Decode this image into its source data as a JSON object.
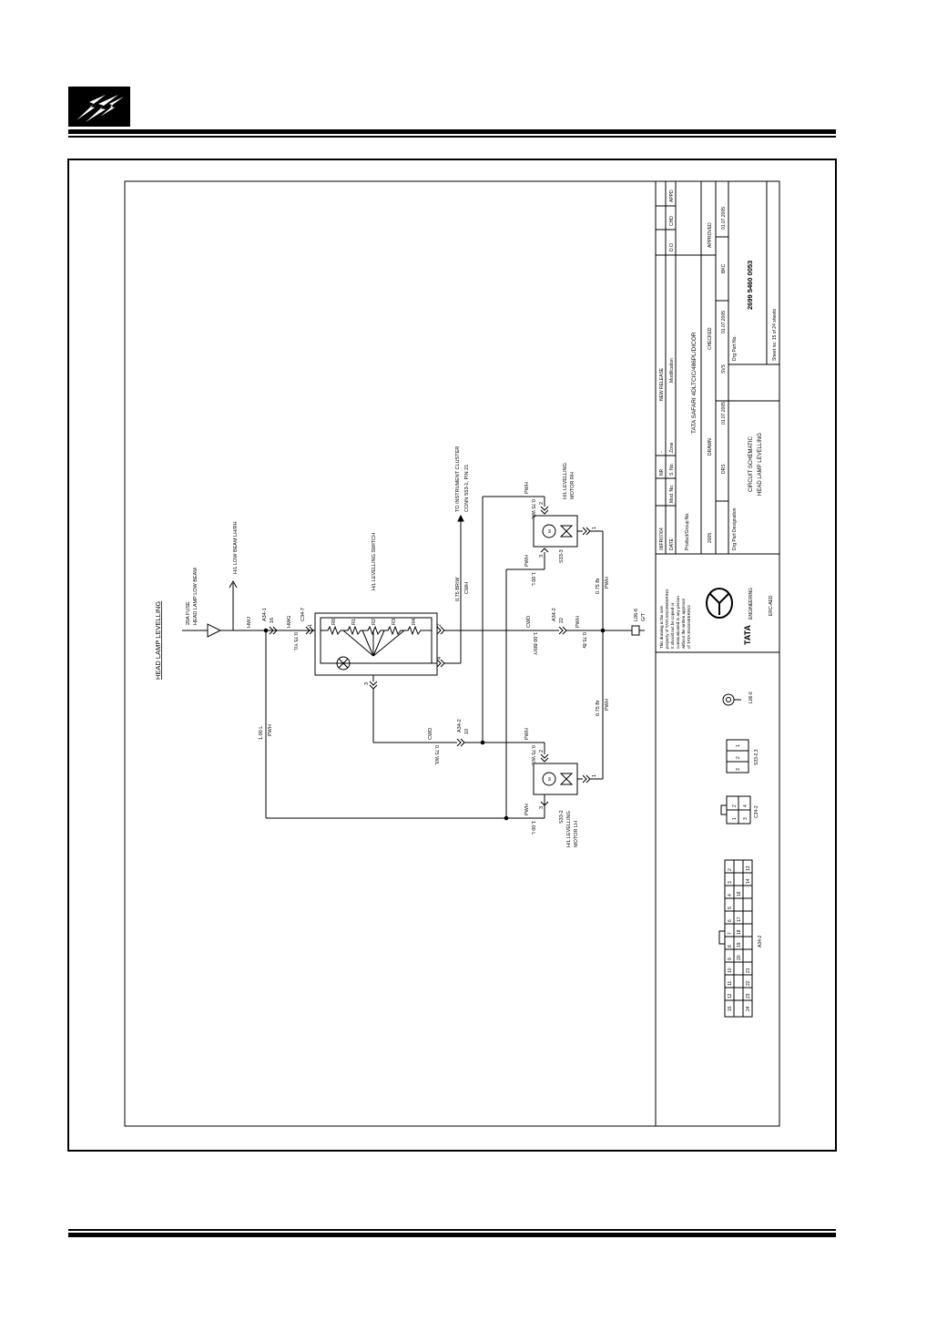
{
  "header": {
    "logo_icon": "lightning-bolts-icon"
  },
  "diagram": {
    "title": "HEAD LAMP LEVELLING",
    "fuse_label_1": "20A FUSE",
    "fuse_label_2": "HEAD LAMP LOW BEAM",
    "hl_low_beam": "H/L LOW BEAM LH/RH",
    "switch_name": "H/L LEVELLING SWITCH",
    "resistors": [
      "R0",
      "R1",
      "R2",
      "R3",
      "R4"
    ],
    "instrument_cluster_1": "TO INSTRUMENT CLUSTER",
    "instrument_cluster_2": "CONN S53-1, PIN 21",
    "wire_075_brw": "0.75 BR/W",
    "wire_cwh": "CWH",
    "motor_rh_1": "H/L LEVELLING",
    "motor_rh_2": "MOTOR RH",
    "motor_lh_1": "H/L LEVELLING",
    "motor_lh_2": "MOTOR LH",
    "connector_a34_1": "A34-1",
    "connector_c34_7": "C34-7",
    "connector_a34_2": "A34-2",
    "connector_s33_3": "S33-3",
    "connector_s33_2": "S33-2",
    "connector_l06_6": "L06-6",
    "pin_16": "16",
    "pin_1": "1",
    "pin_2": "2",
    "pin_3": "3",
    "pin_4": "4",
    "pin_22": "22",
    "pin_10": "10",
    "wire_hwj": "HWJ",
    "wire_hwg": "HWG",
    "wire_075_yl": "0.75 Y/L",
    "wire_cwd": "CWD",
    "wire_100_bry": "1.00 BR/Y",
    "wire_pwh": "PWH",
    "wire_075_br": "0.75 Br",
    "wire_100_l": "1.00 L",
    "wire_075_wl": "0.75 W/L",
    "ground_symbol": "G/T",
    "motor_symbol": "M",
    "footprint_labels": [
      "A34-2",
      "C34-2",
      "S33-2,3",
      "L06-6"
    ],
    "a34_pins": [
      "15",
      "12",
      "11",
      "10",
      "9",
      "8",
      "7",
      "6",
      "5",
      "4",
      "3",
      "2",
      "1",
      "24",
      "23",
      "22",
      "21",
      "20",
      "19",
      "18",
      "17",
      "16",
      "14",
      "13"
    ],
    "c34_pins": [
      "2",
      "1",
      "4",
      "3"
    ],
    "s33_pins": [
      "3",
      "2",
      "1"
    ]
  },
  "title_block": {
    "release_date": "06FR07/64",
    "new_release": "NEW RELEASE",
    "nr_label": "NR",
    "dash": "-",
    "date_label": "DATE",
    "mod_no": "Mod. No.",
    "s_no": "S. No.",
    "zone": "Zone",
    "modification": "Modification",
    "do_label": "D.O.",
    "chd_label": "CHD",
    "appd_label": "APPD",
    "product_group": "Product/Group No.",
    "vehicle": "TATA SAFARI 4DLTCIC/486PL/DICOR",
    "year": "2005",
    "drawn": "DRAWN",
    "checked": "CHECKED",
    "approved": "APPROVED",
    "drs": "DRS",
    "svs": "SVS",
    "bkc": "BKC",
    "date_1": "01.07.2005",
    "date_2": "01.07.2005",
    "date_3": "01.07.2005",
    "drg_part_designation": "Drg Part Designation",
    "drg_part_no": "Drg Part No.",
    "circuit_schematic": "CIRCUIT SCHEMATIC",
    "head_lamp_levelling": "HEAD LAMP LEVELLING",
    "part_number": "2699 5460 0053",
    "sheet": "Sheet no. 15 of 24 sheets",
    "note_lines": [
      "This drawing is the sole",
      "property of TATA ENGINEERING",
      "It should not be copied or",
      "communicated to any person",
      "without the written approval",
      "of TATA ENGINEERING"
    ],
    "brand": "TATA",
    "brand_sub": "ENGINEERING",
    "erc": "ERC-AED"
  }
}
